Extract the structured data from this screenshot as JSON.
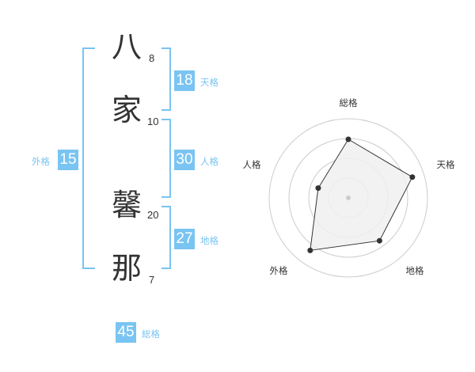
{
  "name_characters": [
    {
      "char": "八",
      "strokes": "8"
    },
    {
      "char": "家",
      "strokes": "10"
    },
    {
      "char": "馨",
      "strokes": "20"
    },
    {
      "char": "那",
      "strokes": "7"
    }
  ],
  "fortunes": {
    "tenkaku": {
      "value": "18",
      "label": "天格"
    },
    "jinkaku": {
      "value": "30",
      "label": "人格"
    },
    "chikaku": {
      "value": "27",
      "label": "地格"
    },
    "gaikaku": {
      "value": "15",
      "label": "外格"
    },
    "soukaku": {
      "value": "45",
      "label": "総格"
    }
  },
  "radar": {
    "axes": [
      "総格",
      "天格",
      "地格",
      "外格",
      "人格"
    ],
    "levels": 4,
    "values": [
      0.74,
      0.85,
      0.67,
      0.82,
      0.4
    ],
    "colors": {
      "fill": "#f0f0f0",
      "line": "#333333",
      "grid": "#cccccc",
      "center": "#cccccc"
    }
  },
  "colors": {
    "accent": "#79c4f2",
    "text": "#333333"
  }
}
